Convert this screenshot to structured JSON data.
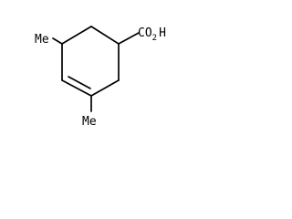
{
  "structure": {
    "labels": {
      "methyl_top": "Me",
      "methyl_bottom": "Me",
      "carboxyl_prefix": "CO",
      "carboxyl_subscript": "2",
      "carboxyl_suffix": "H"
    }
  }
}
